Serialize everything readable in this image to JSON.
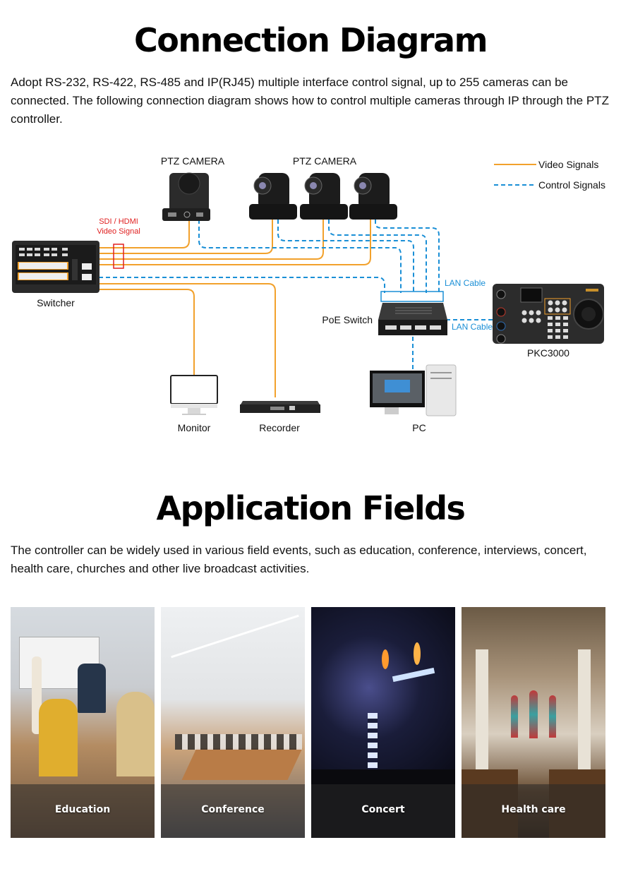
{
  "connection": {
    "title": "Connection Diagram",
    "description": "Adopt RS-232, RS-422, RS-485 and IP(RJ45) multiple interface control signal, up to 255 cameras can be connected. The following connection diagram shows how to control multiple cameras through IP through the PTZ controller."
  },
  "diagram": {
    "legend": {
      "video": {
        "label": "Video Signals",
        "color": "#f2a12c",
        "style": "solid"
      },
      "control": {
        "label": "Control Signals",
        "color": "#1a8fd6",
        "style": "dashed"
      }
    },
    "labels": {
      "ptz_camera_single": "PTZ CAMERA",
      "ptz_camera_group": "PTZ CAMERA",
      "sdi_hdmi_line1": "SDI / HDMI",
      "sdi_hdmi_line2": "Video Signal",
      "switcher": "Switcher",
      "poe_switch": "PoE Switch",
      "lan_cable_top": "LAN Cable",
      "lan_cable_side": "LAN Cable",
      "pkc3000": "PKC3000",
      "monitor": "Monitor",
      "recorder": "Recorder",
      "pc": "PC"
    },
    "colors": {
      "video": "#f2a12c",
      "control": "#1a8fd6",
      "highlight": "#e02020"
    }
  },
  "applications": {
    "title": "Application Fields",
    "description": "The controller can be widely used in various field events, such as education, conference, interviews, concert, health care, churches and other live broadcast activities.",
    "tiles": [
      {
        "label": "Education",
        "icon": "classroom-photo"
      },
      {
        "label": "Conference",
        "icon": "conference-room-photo"
      },
      {
        "label": "Concert",
        "icon": "concert-stage-photo"
      },
      {
        "label": "Health care",
        "icon": "church-interior-photo"
      }
    ]
  }
}
